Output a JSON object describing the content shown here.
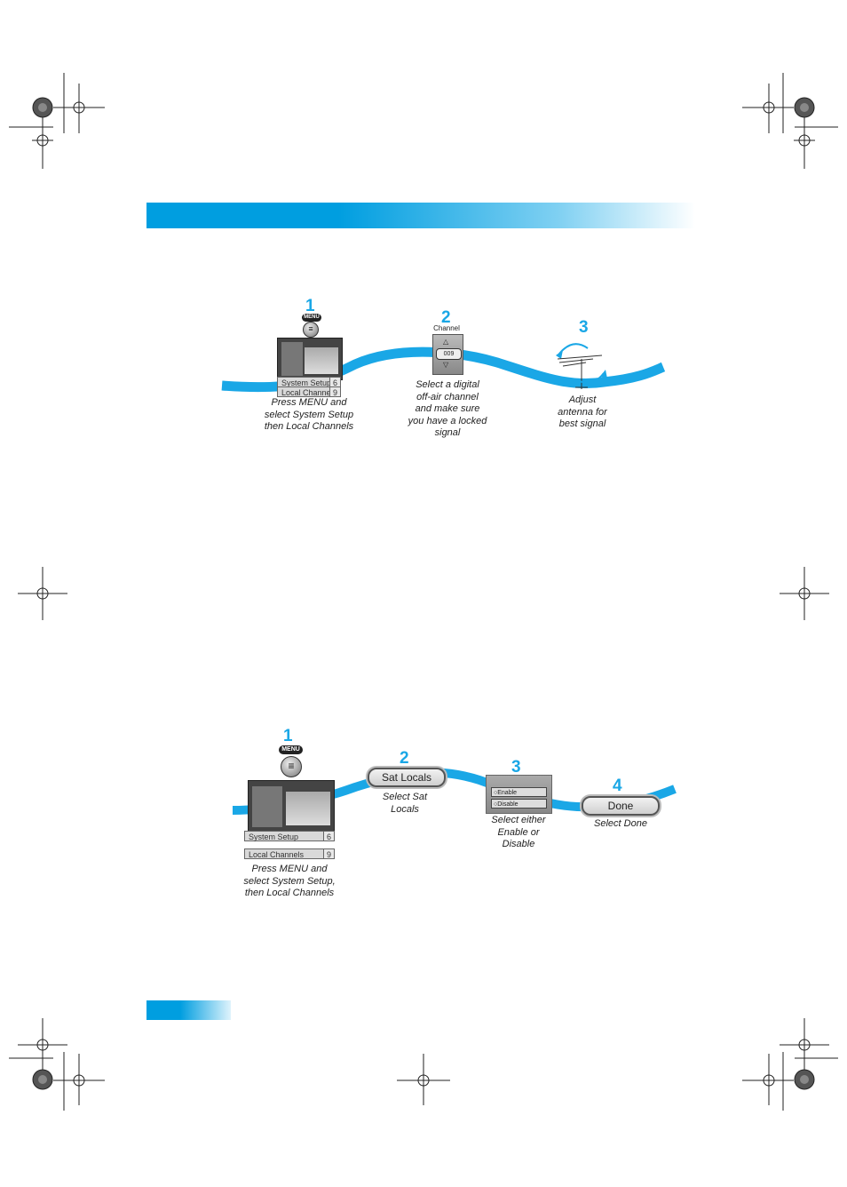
{
  "colors": {
    "accent": "#009ee0",
    "wave": "#1aa7e6"
  },
  "section1": {
    "step1": {
      "number": "1",
      "menu_tag": "MENU",
      "bar1": {
        "label": "System Setup",
        "num": "6"
      },
      "bar2": {
        "label": "Local Channels",
        "num": "9"
      },
      "caption": [
        "Press MENU and",
        "select System Setup",
        "then Local Channels"
      ]
    },
    "step2": {
      "number": "2",
      "channel_label": "Channel",
      "channel_value": "009",
      "caption": [
        "Select a digital",
        "off-air channel",
        "and make sure",
        "you have a locked",
        "signal"
      ]
    },
    "step3": {
      "number": "3",
      "caption": [
        "Adjust",
        "antenna for",
        "best signal"
      ]
    }
  },
  "section2": {
    "step1": {
      "number": "1",
      "menu_tag": "MENU",
      "bar1": {
        "label": "System Setup",
        "num": "6"
      },
      "bar2": {
        "label": "Local Channels",
        "num": "9"
      },
      "caption": [
        "Press MENU and",
        "select System Setup,",
        "then Local Channels"
      ]
    },
    "step2": {
      "number": "2",
      "button": "Sat Locals",
      "caption": [
        "Select Sat",
        "Locals"
      ]
    },
    "step3": {
      "number": "3",
      "options": [
        "Enable",
        "Disable"
      ],
      "caption": [
        "Select either",
        "Enable or",
        "Disable"
      ]
    },
    "step4": {
      "number": "4",
      "button": "Done",
      "caption": [
        "Select Done"
      ]
    }
  }
}
